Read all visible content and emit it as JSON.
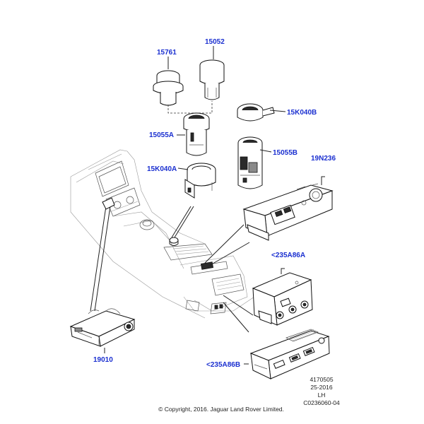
{
  "labels": {
    "p15761": "15761",
    "p15052": "15052",
    "p15K040B": "15K040B",
    "p15055A": "15055A",
    "p15055B": "15055B",
    "p15K040A": "15K040A",
    "p19N236": "19N236",
    "p235A86A": "<235A86A",
    "p235A86B": "<235A86B",
    "p19010": "19010"
  },
  "reference": {
    "line1": "4170505",
    "line2": "25-2016",
    "line3": "LH",
    "line4": "C0236060-04"
  },
  "copyright": "© Copyright, 2016. Jaguar Land Rover Limited.",
  "colors": {
    "label": "#1a2fd0",
    "line": "#222222"
  }
}
